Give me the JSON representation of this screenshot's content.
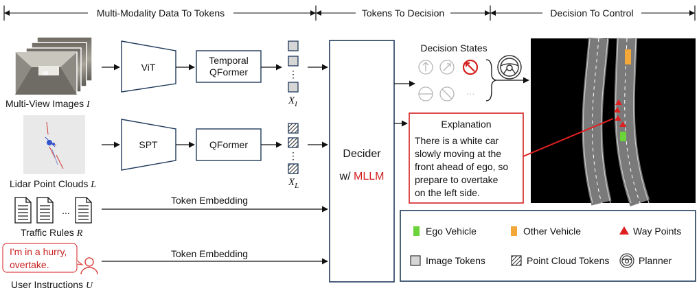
{
  "stages": {
    "s1": "Multi-Modality Data To Tokens",
    "s2": "Tokens To Decision",
    "s3": "Decision To Control"
  },
  "inputs": {
    "images_label": "Multi-View Images",
    "images_sym": "I",
    "lidar_label": "Lidar Point Clouds",
    "lidar_sym": "L",
    "rules_label": "Traffic Rules",
    "rules_sym": "R",
    "user_label": "User Instructions",
    "user_sym": "U",
    "rules_ellipsis": "...",
    "speech_line1": "I'm in a hurry,",
    "speech_line2": "overtake."
  },
  "encoders": {
    "vit": "ViT",
    "spt": "SPT",
    "tq_line1": "Temporal",
    "tq_line2": "QFormer",
    "qformer": "QFormer"
  },
  "tokens": {
    "xi_base": "X",
    "xi_sub": "I",
    "xl_base": "X",
    "xl_sub": "L",
    "dots": "⋮"
  },
  "embed": {
    "label1": "Token Embedding",
    "label2": "Token Embedding"
  },
  "decider": {
    "line1": "Decider",
    "prefix": "w/ ",
    "mllm": "MLLM"
  },
  "decision": {
    "title": "Decision States",
    "more": "···"
  },
  "explanation": {
    "title": "Explanation",
    "lines": [
      "There is a white car",
      "slowly moving at the",
      "front ahead of ego, so",
      "prepare to overtake",
      "on the left side."
    ]
  },
  "legend": {
    "ego": "Ego Vehicle",
    "other": "Other Vehicle",
    "waypoints": "Way Points",
    "image_tokens": "Image Tokens",
    "pc_tokens": "Point Cloud Tokens",
    "planner": "Planner"
  },
  "colors": {
    "navy": "#1f3a5c",
    "red": "#d32020",
    "ego": "#6ad43a",
    "other": "#f4a83a",
    "token_fill": "#d6d6d6"
  }
}
